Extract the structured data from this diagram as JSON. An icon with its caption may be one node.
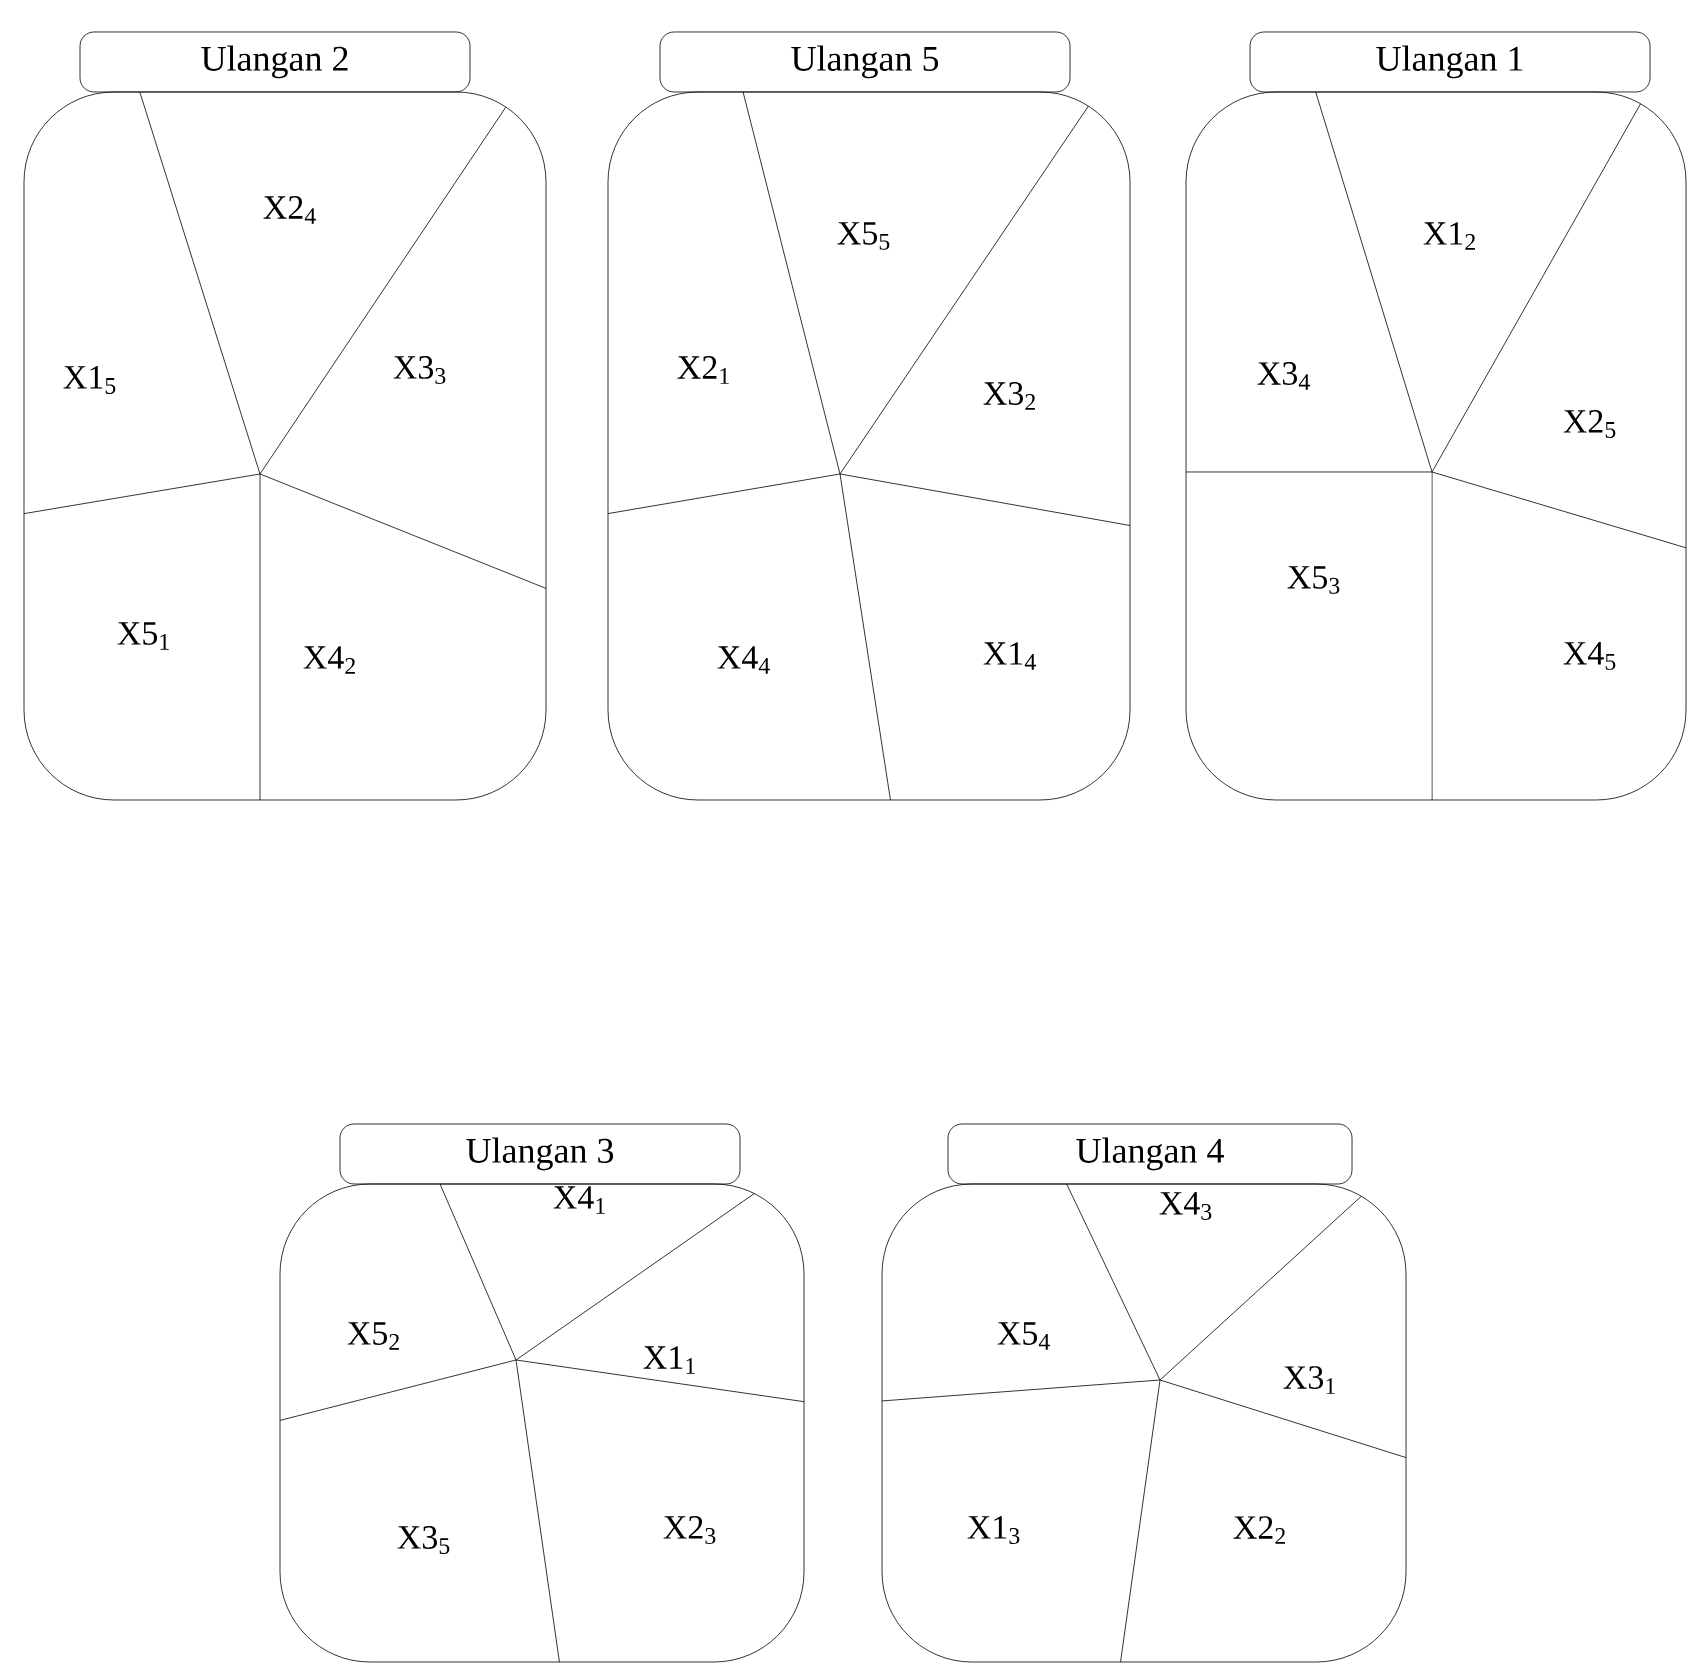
{
  "diagram": {
    "nodes": [
      {
        "text": [
          "Ulangan 2"
        ]
      },
      {
        "text": [],
        "shape": "box"
      },
      {
        "text": [
          "X2$_{4}$"
        ],
        "in": 1
      },
      {
        "text": [
          "X1$_{5}$"
        ],
        "in": 1
      },
      {
        "text": [
          "X3$_{3}$"
        ],
        "in": 1
      },
      {
        "text": [
          "X5$_{1}$"
        ],
        "in": 1
      },
      {
        "text": [
          "X4$_{2}$"
        ],
        "in": 1
      },
      {
        "text": [
          "Ulangan 5"
        ]
      },
      {
        "text": [],
        "shape": "box"
      },
      {
        "text": [
          "X5$_{5}$"
        ],
        "in": 8
      },
      {
        "text": [
          "X2$_{1}$"
        ],
        "in": 8
      },
      {
        "text": [
          "X3$_{2}$"
        ],
        "in": 8
      },
      {
        "text": [
          "X4$_{4}$"
        ],
        "in": 8
      },
      {
        "text": [
          "X1$_{4}$"
        ],
        "in": 8
      },
      {
        "text": [
          "Ulangan 1"
        ]
      },
      {
        "text": [],
        "shape": "box"
      },
      {
        "text": [
          "X1$_{2}$"
        ],
        "in": 15
      },
      {
        "text": [
          "X3$_{4}$"
        ],
        "in": 15
      },
      {
        "text": [
          "X2$_{5}$"
        ],
        "in": 15
      },
      {
        "text": [
          "X5$_{3}$"
        ],
        "in": 15
      },
      {
        "text": [
          "X4$_{5}$"
        ],
        "in": 15
      },
      {
        "text": [
          "Ulangan 3"
        ]
      },
      {
        "text": [],
        "shape": "box"
      },
      {
        "text": [
          "X4$_{1}$"
        ],
        "in": 22
      },
      {
        "text": [
          "X5$_{2}$"
        ],
        "in": 22
      },
      {
        "text": [
          "X1$_{1}$"
        ],
        "in": 22
      },
      {
        "text": [
          "X3$_{5}$"
        ],
        "in": 22
      },
      {
        "text": [
          "X2$_{3}$"
        ],
        "in": 22
      },
      {
        "text": [
          "Ulangan 4"
        ]
      },
      {
        "text": [],
        "shape": "box"
      },
      {
        "text": [
          "X4$_{3}$"
        ],
        "in": 29
      },
      {
        "text": [
          "X5$_{4}$"
        ],
        "in": 29
      },
      {
        "text": [
          "X3$_{1}$"
        ],
        "in": 29
      },
      {
        "text": [
          "X1$_{3}$"
        ],
        "in": 29
      },
      {
        "text": [
          "X2$_{2}$"
        ],
        "in": 29
      }
    ]
  }
}
